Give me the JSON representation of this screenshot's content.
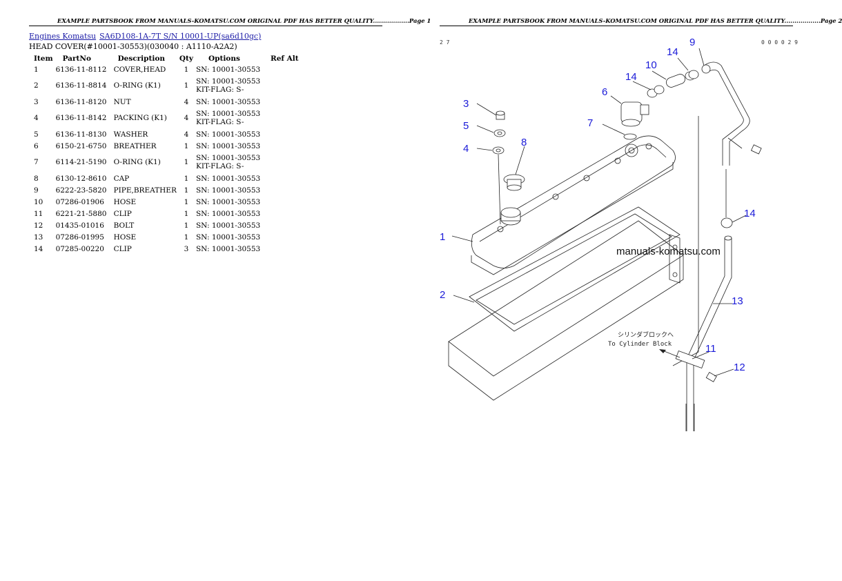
{
  "left_page": {
    "header": "EXAMPLE PARTSBOOK FROM MANUALS-KOMATSU.COM ORIGINAL PDF HAS BETTER QUALITY..................Page 1",
    "breadcrumb": {
      "link1": "Engines Komatsu",
      "link2": "SA6D108-1A-7T S/N 10001-UP(sa6d10gc)"
    },
    "subtitle": "HEAD COVER(#10001-30553)(030040 : A1110-A2A2)",
    "table": {
      "headers": [
        "Item",
        "PartNo",
        "Description",
        "Qty",
        "Options",
        "Ref Alt"
      ],
      "rows": [
        {
          "item": "1",
          "part": "6136-11-8112",
          "desc": "COVER,HEAD",
          "qty": "1",
          "opt1": "SN: 10001-30553",
          "opt2": ""
        },
        {
          "item": "2",
          "part": "6136-11-8814",
          "desc": "O-RING (K1)",
          "qty": "1",
          "opt1": "SN: 10001-30553",
          "opt2": "KIT-FLAG: S-"
        },
        {
          "item": "3",
          "part": "6136-11-8120",
          "desc": "NUT",
          "qty": "4",
          "opt1": "SN: 10001-30553",
          "opt2": ""
        },
        {
          "item": "4",
          "part": "6136-11-8142",
          "desc": "PACKING (K1)",
          "qty": "4",
          "opt1": "SN: 10001-30553",
          "opt2": "KIT-FLAG: S-"
        },
        {
          "item": "5",
          "part": "6136-11-8130",
          "desc": "WASHER",
          "qty": "4",
          "opt1": "SN: 10001-30553",
          "opt2": ""
        },
        {
          "item": "6",
          "part": "6150-21-6750",
          "desc": "BREATHER",
          "qty": "1",
          "opt1": "SN: 10001-30553",
          "opt2": ""
        },
        {
          "item": "7",
          "part": "6114-21-5190",
          "desc": "O-RING (K1)",
          "qty": "1",
          "opt1": "SN: 10001-30553",
          "opt2": "KIT-FLAG: S-"
        },
        {
          "item": "8",
          "part": "6130-12-8610",
          "desc": "CAP",
          "qty": "1",
          "opt1": "SN: 10001-30553",
          "opt2": ""
        },
        {
          "item": "9",
          "part": "6222-23-5820",
          "desc": "PIPE,BREATHER",
          "qty": "1",
          "opt1": "SN: 10001-30553",
          "opt2": ""
        },
        {
          "item": "10",
          "part": "07286-01906",
          "desc": "HOSE",
          "qty": "1",
          "opt1": "SN: 10001-30553",
          "opt2": ""
        },
        {
          "item": "11",
          "part": "6221-21-5880",
          "desc": "CLIP",
          "qty": "1",
          "opt1": "SN: 10001-30553",
          "opt2": ""
        },
        {
          "item": "12",
          "part": "01435-01016",
          "desc": "BOLT",
          "qty": "1",
          "opt1": "SN: 10001-30553",
          "opt2": ""
        },
        {
          "item": "13",
          "part": "07286-01995",
          "desc": "HOSE",
          "qty": "1",
          "opt1": "SN: 10001-30553",
          "opt2": ""
        },
        {
          "item": "14",
          "part": "07285-00220",
          "desc": "CLIP",
          "qty": "3",
          "opt1": "SN: 10001-30553",
          "opt2": ""
        }
      ]
    }
  },
  "right_page": {
    "header": "EXAMPLE PARTSBOOK FROM MANUALS-KOMATSU.COM ORIGINAL PDF HAS BETTER QUALITY..................Page 2",
    "diagram": {
      "code_left": "2 7",
      "code_right": "0 0 0 0 2 9",
      "watermark": "manuals-komatsu.com",
      "annotation_jp": "シリンダブロックへ",
      "annotation_en": "To Cylinder Block",
      "callouts": [
        "1",
        "2",
        "3",
        "4",
        "5",
        "6",
        "7",
        "8",
        "9",
        "10",
        "11",
        "12",
        "13",
        "14",
        "14",
        "14"
      ]
    }
  },
  "colors": {
    "link": "#1a1aa6",
    "callout": "#1a1ad8"
  }
}
